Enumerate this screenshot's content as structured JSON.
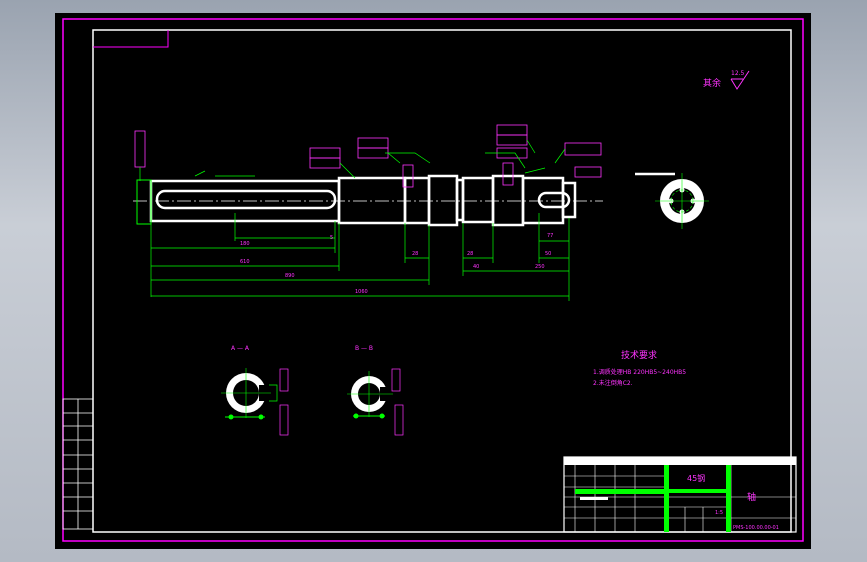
{
  "drawing": {
    "surface_note": "其余",
    "surface_roughness": "12.5",
    "tech_title": "技术要求",
    "tech_items": [
      "1.调质处理HB 220HB5~240HB5",
      "2.未注倒角C2."
    ],
    "section_labels": [
      "A — A",
      "B — B"
    ],
    "dims": {
      "d180": "180",
      "d610": "610",
      "d890": "890",
      "d1060": "1060",
      "d28a": "28",
      "d28b": "28",
      "d40": "40",
      "d250": "250",
      "d50": "50",
      "d77": "77",
      "d5": "5"
    },
    "title_block": {
      "material": "45钢",
      "part_name": "轴",
      "drawing_no": "PMS-100.00.00-01",
      "scale": "1:5"
    }
  },
  "colors": {
    "sheet_bg": "#000000",
    "border_magenta": "#ff00ff",
    "outline_white": "#ffffff",
    "dim_green": "#00ff00",
    "text_magenta": "#ff33ff"
  }
}
